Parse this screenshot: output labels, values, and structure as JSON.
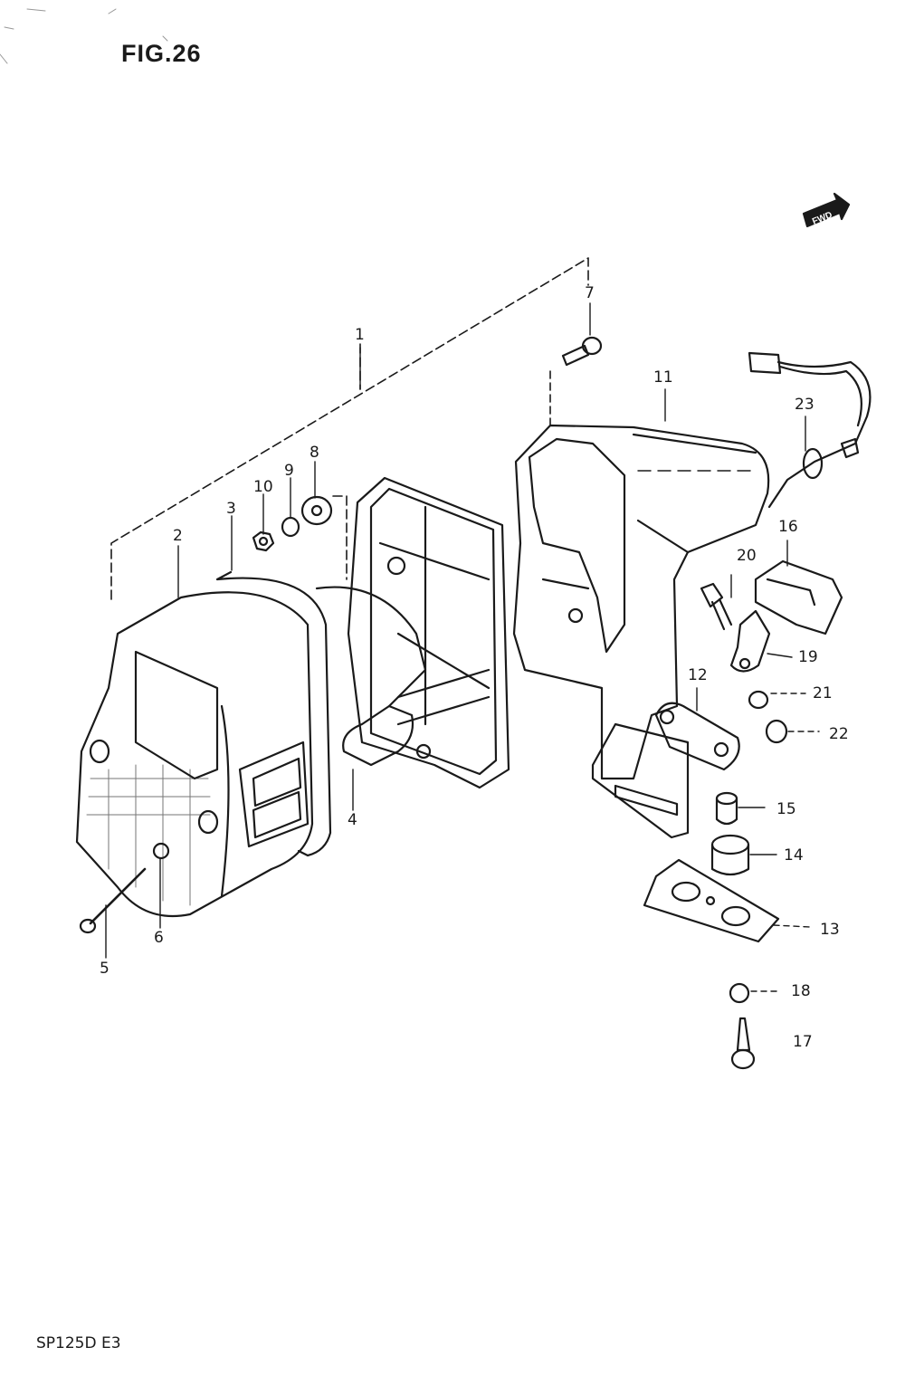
{
  "figure": {
    "title": "FIG.26",
    "model": "SP125D E3",
    "fwd_label": "FWD"
  },
  "callouts": [
    {
      "id": "1",
      "label": "1"
    },
    {
      "id": "2",
      "label": "2"
    },
    {
      "id": "3",
      "label": "3"
    },
    {
      "id": "4",
      "label": "4"
    },
    {
      "id": "5",
      "label": "5"
    },
    {
      "id": "6",
      "label": "6"
    },
    {
      "id": "7",
      "label": "7"
    },
    {
      "id": "8",
      "label": "8"
    },
    {
      "id": "9",
      "label": "9"
    },
    {
      "id": "10",
      "label": "10"
    },
    {
      "id": "11",
      "label": "11"
    },
    {
      "id": "12",
      "label": "12"
    },
    {
      "id": "13",
      "label": "13"
    },
    {
      "id": "14",
      "label": "14"
    },
    {
      "id": "15",
      "label": "15"
    },
    {
      "id": "16",
      "label": "16"
    },
    {
      "id": "17",
      "label": "17"
    },
    {
      "id": "18",
      "label": "18"
    },
    {
      "id": "19",
      "label": "19"
    },
    {
      "id": "20",
      "label": "20"
    },
    {
      "id": "21",
      "label": "21"
    },
    {
      "id": "22",
      "label": "22"
    },
    {
      "id": "23",
      "label": "23"
    }
  ],
  "colors": {
    "ink": "#1a1a1a",
    "paper": "#ffffff"
  }
}
